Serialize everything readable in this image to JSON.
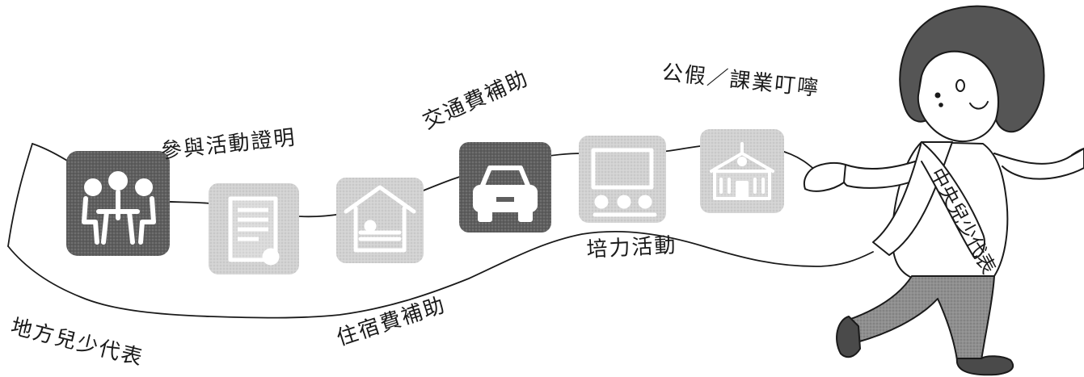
{
  "labels": {
    "local_rep": "地方兒少代表",
    "proof": "參與活動證明",
    "lodging": "住宿費補助",
    "transport": "交通費補助",
    "training": "培力活動",
    "leave": "公假／課業叮嚀",
    "sash": "中央兒少代表"
  },
  "icons": [
    {
      "name": "meeting-icon",
      "shade": "dark"
    },
    {
      "name": "certificate-icon",
      "shade": "light"
    },
    {
      "name": "bed-icon",
      "shade": "light"
    },
    {
      "name": "car-icon",
      "shade": "dark"
    },
    {
      "name": "workshop-icon",
      "shade": "light"
    },
    {
      "name": "school-icon",
      "shade": "light"
    }
  ],
  "colors": {
    "ink": "#1a1a1a",
    "tile_dark": "#6b6b6b",
    "tile_light": "#cfcfcf",
    "pants": "#8a8a8a",
    "shoes": "#4a4a4a"
  }
}
